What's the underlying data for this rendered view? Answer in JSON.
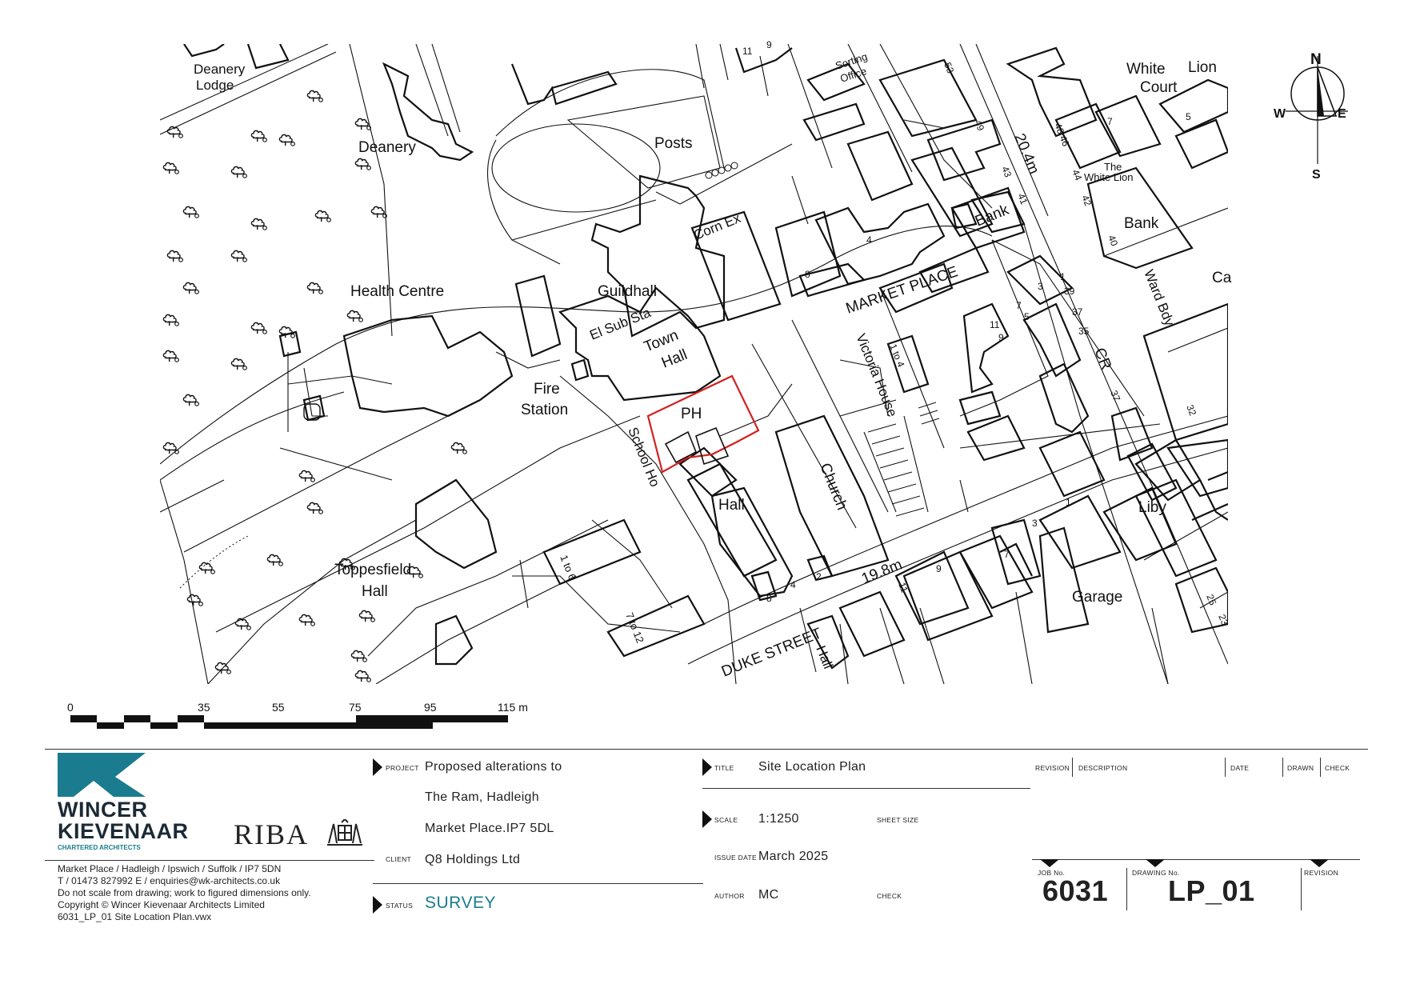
{
  "map": {
    "labels": {
      "deanery_lodge_1": "Deanery",
      "deanery_lodge_2": "Lodge",
      "deanery": "Deanery",
      "posts": "Posts",
      "sorting_1": "Sorting",
      "sorting_2": "Office",
      "white_1": "White",
      "white_2": "Lion",
      "white_court": "Court",
      "the_white_lion_1": "The",
      "the_white_lion_2": "White Lion",
      "corn_ex": "Corn Ex",
      "bank_1": "Bank",
      "bank_2": "Bank",
      "guildhall": "Guildhall",
      "el_sub_sta": "El Sub Sta",
      "town_hall_1": "Town",
      "town_hall_2": "Hall",
      "health_centre": "Health Centre",
      "fire_station_1": "Fire",
      "fire_station_2": "Station",
      "market_place": "MARKET PLACE",
      "victoria_house": "Victoria House",
      "one_to_four": "1 to 4",
      "ward_bdy": "Ward Bdy",
      "ca": "Ca",
      "cr": "CR",
      "ph": "PH",
      "school_ho": "School Ho",
      "hall": "Hall",
      "church": "Church",
      "toppesfield_1": "Toppesfield",
      "toppesfield_2": "Hall",
      "liby": "Liby",
      "garage": "Garage",
      "duke_street": "DUKE STREET",
      "hall_bottom": "Hall",
      "level_1": "20.4m",
      "level_2": "19.8m",
      "one_to_six": "1 to 6",
      "seven_to_twelve": "7 to 12",
      "n11": "11",
      "n9": "9",
      "n53": "53",
      "n49": "49",
      "n43": "43",
      "n41": "41",
      "n48_46": "48 46",
      "n44": "44",
      "n42": "42",
      "n40": "40",
      "n7a": "7",
      "n5a": "5",
      "n4": "4",
      "n8": "8",
      "n1": "1",
      "n3": "3",
      "n39": "39",
      "n37": "37",
      "n35": "35",
      "n7b": "7",
      "n5b": "5",
      "n11b": "11",
      "n9b": "9",
      "n37b": "37",
      "n32": "32",
      "n8b": "8",
      "n4b": "4",
      "n2": "2",
      "n11c": "11",
      "n9c": "9",
      "n7c": "7",
      "n3b": "3",
      "n1b": "1",
      "n25": "25",
      "n23": "23"
    },
    "compass": {
      "n": "N",
      "s": "S",
      "e": "E",
      "w": "W"
    },
    "scale_bar": {
      "ticks": [
        "0",
        "35",
        "55",
        "75",
        "95",
        "115 m"
      ]
    },
    "colors": {
      "site_boundary": "#d42020",
      "brand": "#1a7c8e"
    }
  },
  "titleblock": {
    "firm_name_1": "WINCER",
    "firm_name_2": "KIEVENAAR",
    "firm_sub": "CHARTERED ARCHITECTS",
    "riba": "RIBA",
    "address_lines": [
      "Market  Place  / Hadleigh / Ipswich / Suffolk / IP7 5DN",
      "T / 01473 827992          E / enquiries@wk-architects.co.uk",
      "Do not scale from drawing; work to figured dimensions only.",
      "Copyright © Wincer Kievenaar Architects Limited",
      "6031_LP_01 Site Location Plan.vwx"
    ],
    "project_label": "PROJECT",
    "project_lines": [
      "Proposed alterations to",
      "The Ram, Hadleigh",
      "Market Place.IP7 5DL"
    ],
    "client_label": "CLIENT",
    "client": "Q8 Holdings Ltd",
    "status_label": "STATUS",
    "status": "SURVEY",
    "title_label": "TITLE",
    "title": "Site Location Plan",
    "scale_label": "SCALE",
    "scale": "1:1250",
    "sheet_size_label": "SHEET SIZE",
    "issue_date_label": "ISSUE DATE",
    "issue_date": "March 2025",
    "author_label": "AUTHOR",
    "author": "MC",
    "check_label": "CHECK",
    "revision_label": "REVISION",
    "description_label": "DESCRIPTION",
    "date_label": "DATE",
    "drawn_label": "DRAWN",
    "check_col_label": "CHECK",
    "job_no_label": "JOB No.",
    "job_no": "6031",
    "drawing_no_label": "DRAWING No.",
    "drawing_no": "LP_01",
    "revision_label_2": "REVISION"
  }
}
